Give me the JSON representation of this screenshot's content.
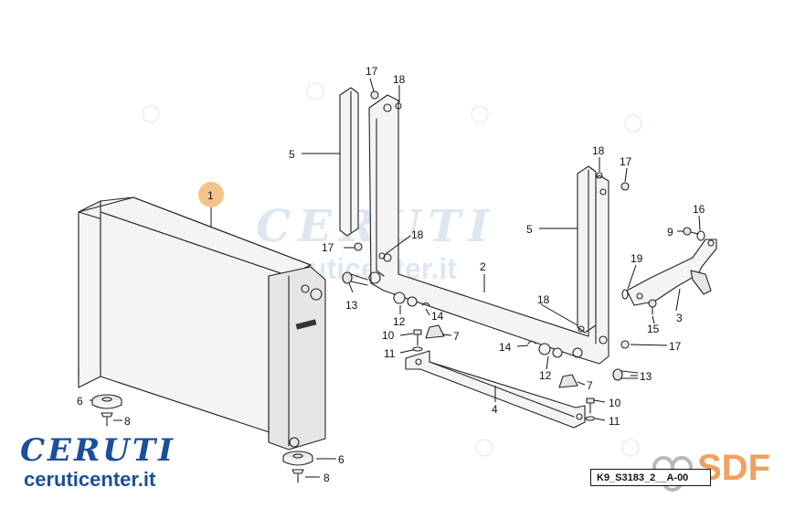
{
  "watermark": {
    "word": "CERUTI",
    "site": "ceruticenter.it",
    "sdf": "SDF"
  },
  "brand": {
    "name": "CERUTI",
    "site": "ceruticenter.it",
    "sdf": "SDF"
  },
  "drawing_code": "K9_S3183_2__A-00",
  "callouts": {
    "c1": "1",
    "c2": "2",
    "c3": "3",
    "c4": "4",
    "c5a": "5",
    "c5b": "5",
    "c6a": "6",
    "c6b": "6",
    "c7a": "7",
    "c7b": "7",
    "c8a": "8",
    "c8b": "8",
    "c9": "9",
    "c10a": "10",
    "c10b": "10",
    "c11a": "11",
    "c11b": "11",
    "c12a": "12",
    "c12b": "12",
    "c13a": "13",
    "c13b": "13",
    "c14a": "14",
    "c14b": "14",
    "c15": "15",
    "c16": "16",
    "c17a": "17",
    "c17b": "17",
    "c17c": "17",
    "c17d": "17",
    "c18a": "18",
    "c18b": "18",
    "c18c": "18",
    "c18d": "18",
    "c19": "19"
  },
  "colors": {
    "brand_blue": "#1b4f9c",
    "sdf_orange": "#f0a060",
    "highlight": "#f2c48a"
  }
}
